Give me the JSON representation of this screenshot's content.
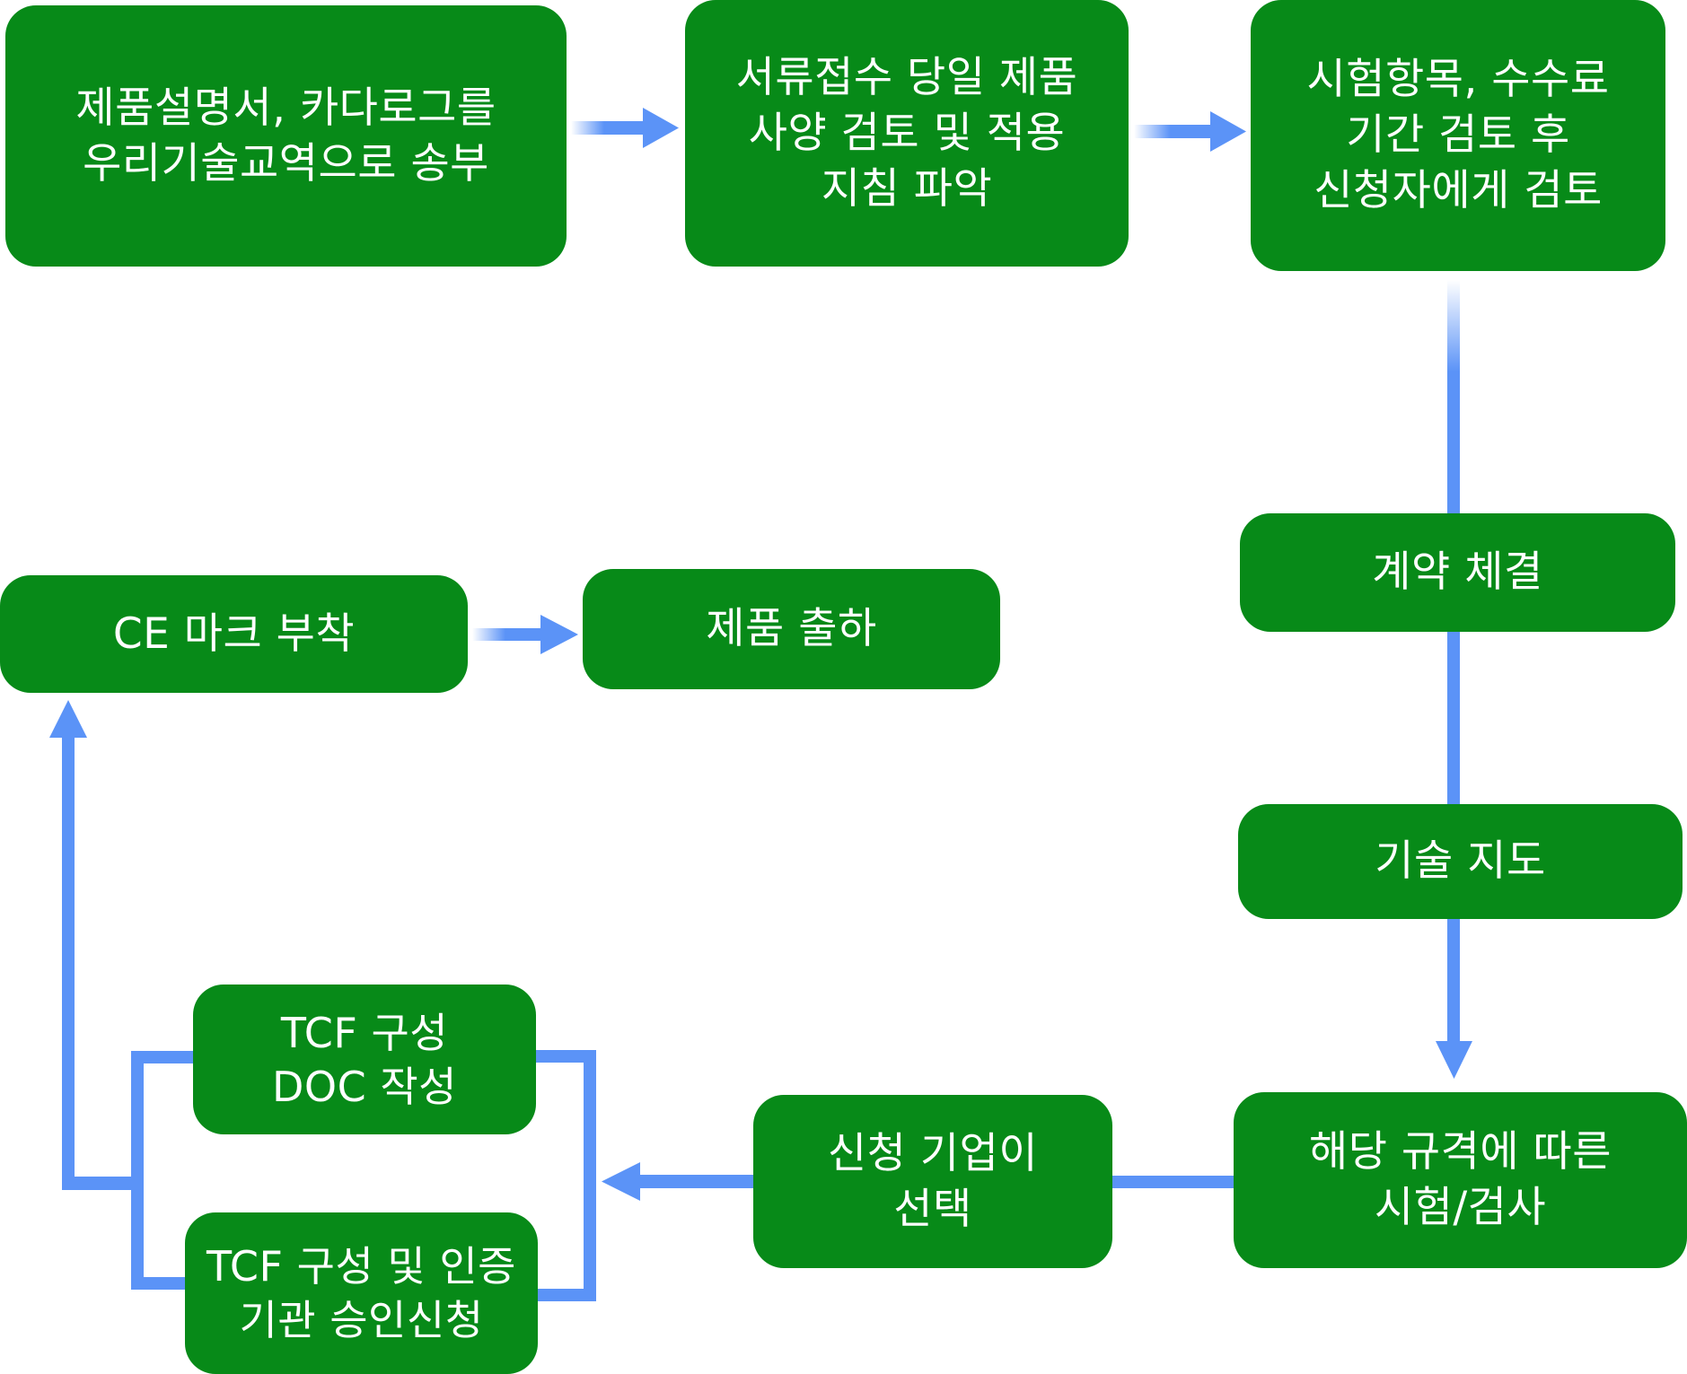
{
  "diagram": {
    "steps": [
      {
        "id": "submit_catalog",
        "text": "제품설명서, 카다로그를\n우리기술교역으로 송부"
      },
      {
        "id": "review_specs",
        "text": "서류접수 당일 제품\n사양 검토 및 적용\n지침 파악"
      },
      {
        "id": "review_fees",
        "text": "시험항목, 수수료\n기간 검토 후\n신청자에게 검토"
      },
      {
        "id": "contract",
        "text": "계약 체결"
      },
      {
        "id": "tech_guidance",
        "text": "기술 지도"
      },
      {
        "id": "testing",
        "text": "해당 규격에 따른\n시험/검사"
      },
      {
        "id": "company_choice",
        "text": "신청 기업이\n선택"
      },
      {
        "id": "tcf_doc",
        "text": "TCF 구성\nDOC 작성"
      },
      {
        "id": "tcf_body",
        "text": "TCF 구성 및 인증\n기관 승인신청"
      },
      {
        "id": "ce_mark",
        "text": "CE 마크 부착"
      },
      {
        "id": "shipment",
        "text": "제품 출하"
      }
    ],
    "flow": [
      [
        "submit_catalog",
        "review_specs"
      ],
      [
        "review_specs",
        "review_fees"
      ],
      [
        "review_fees",
        "contract"
      ],
      [
        "contract",
        "tech_guidance"
      ],
      [
        "tech_guidance",
        "testing"
      ],
      [
        "testing",
        "company_choice"
      ],
      [
        "company_choice",
        "tcf_doc"
      ],
      [
        "company_choice",
        "tcf_body"
      ],
      [
        "tcf_doc",
        "ce_mark"
      ],
      [
        "tcf_body",
        "ce_mark"
      ],
      [
        "ce_mark",
        "shipment"
      ]
    ]
  },
  "colors": {
    "box_fill": "#078a18",
    "box_text": "#ffffff",
    "connector": "#5b93f7",
    "background": "#ffffff"
  }
}
